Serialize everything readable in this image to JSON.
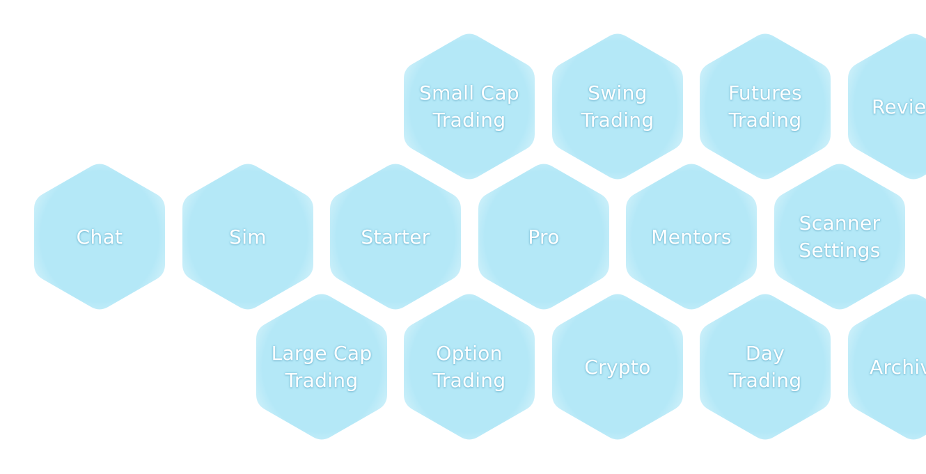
{
  "colors": {
    "hex_fill_center": "#b4e8f7",
    "hex_fill_edge": "#d6f3fb",
    "label": "#ffffff"
  },
  "hexagons": [
    {
      "id": "small-cap-trading",
      "lines": [
        "Small Cap",
        "Trading"
      ]
    },
    {
      "id": "swing-trading",
      "lines": [
        "Swing",
        "Trading"
      ]
    },
    {
      "id": "futures-trading",
      "lines": [
        "Futures",
        "Trading"
      ]
    },
    {
      "id": "reviews",
      "lines": [
        "Revie"
      ]
    },
    {
      "id": "chat",
      "lines": [
        "Chat"
      ]
    },
    {
      "id": "sim",
      "lines": [
        "Sim"
      ]
    },
    {
      "id": "starter",
      "lines": [
        "Starter"
      ]
    },
    {
      "id": "pro",
      "lines": [
        "Pro"
      ]
    },
    {
      "id": "mentors",
      "lines": [
        "Mentors"
      ]
    },
    {
      "id": "scanner-settings",
      "lines": [
        "Scanner",
        "Settings"
      ]
    },
    {
      "id": "large-cap-trading",
      "lines": [
        "Large Cap",
        "Trading"
      ]
    },
    {
      "id": "option-trading",
      "lines": [
        "Option",
        "Trading"
      ]
    },
    {
      "id": "crypto",
      "lines": [
        "Crypto"
      ]
    },
    {
      "id": "day-trading",
      "lines": [
        "Day",
        "Trading"
      ]
    },
    {
      "id": "archive",
      "lines": [
        "Archiv"
      ]
    }
  ]
}
